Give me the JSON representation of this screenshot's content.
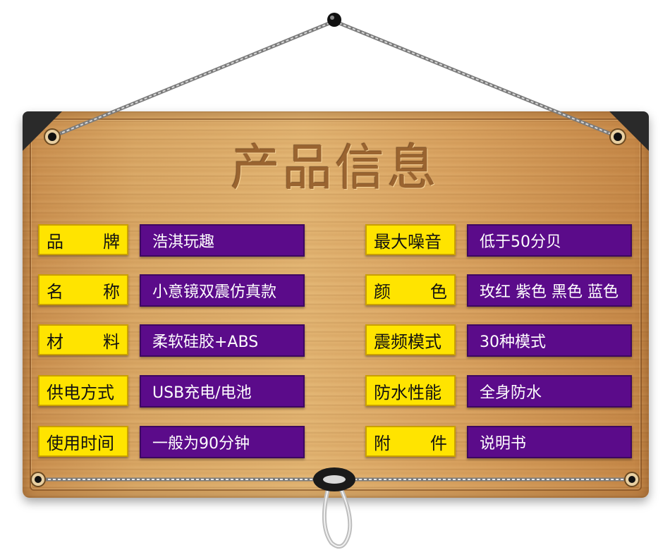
{
  "title": "产品信息",
  "left_rows": [
    {
      "label_chars": [
        "品",
        "牌"
      ],
      "label": "",
      "value": "浩淇玩趣"
    },
    {
      "label_chars": [
        "名",
        "称"
      ],
      "label": "",
      "value": "小意镜双震仿真款"
    },
    {
      "label_chars": [
        "材",
        "料"
      ],
      "label": "",
      "value": "柔软硅胶+ABS"
    },
    {
      "label_chars": [],
      "label": "供电方式",
      "value": "USB充电/电池"
    },
    {
      "label_chars": [],
      "label": "使用时间",
      "value": "一般为90分钟"
    }
  ],
  "right_rows": [
    {
      "label_chars": [],
      "label": "最大噪音",
      "value": "低于50分贝"
    },
    {
      "label_chars": [
        "颜",
        "色"
      ],
      "label": "",
      "value": "玫红 紫色 黑色 蓝色"
    },
    {
      "label_chars": [],
      "label": "震频模式",
      "value": "30种模式"
    },
    {
      "label_chars": [],
      "label": "防水性能",
      "value": "全身防水"
    },
    {
      "label_chars": [
        "附",
        "件"
      ],
      "label": "",
      "value": "说明书"
    }
  ],
  "colors": {
    "label_bg": "#ffe400",
    "value_bg": "#5b0b8a",
    "title": "#9a6430"
  }
}
